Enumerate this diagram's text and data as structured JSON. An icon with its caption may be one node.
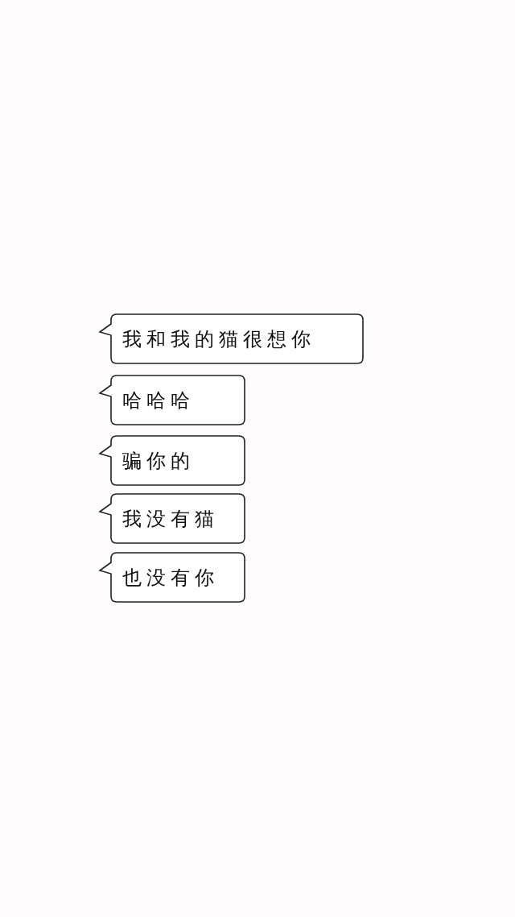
{
  "diagram": {
    "nodes": [
      {
        "text": [
          "我和我的猫很想你"
        ]
      },
      {
        "text": [
          "哈哈哈"
        ]
      },
      {
        "text": [
          "骗你的"
        ]
      },
      {
        "text": [
          "我没有猫"
        ]
      },
      {
        "text": [
          "也没有你"
        ]
      }
    ]
  }
}
